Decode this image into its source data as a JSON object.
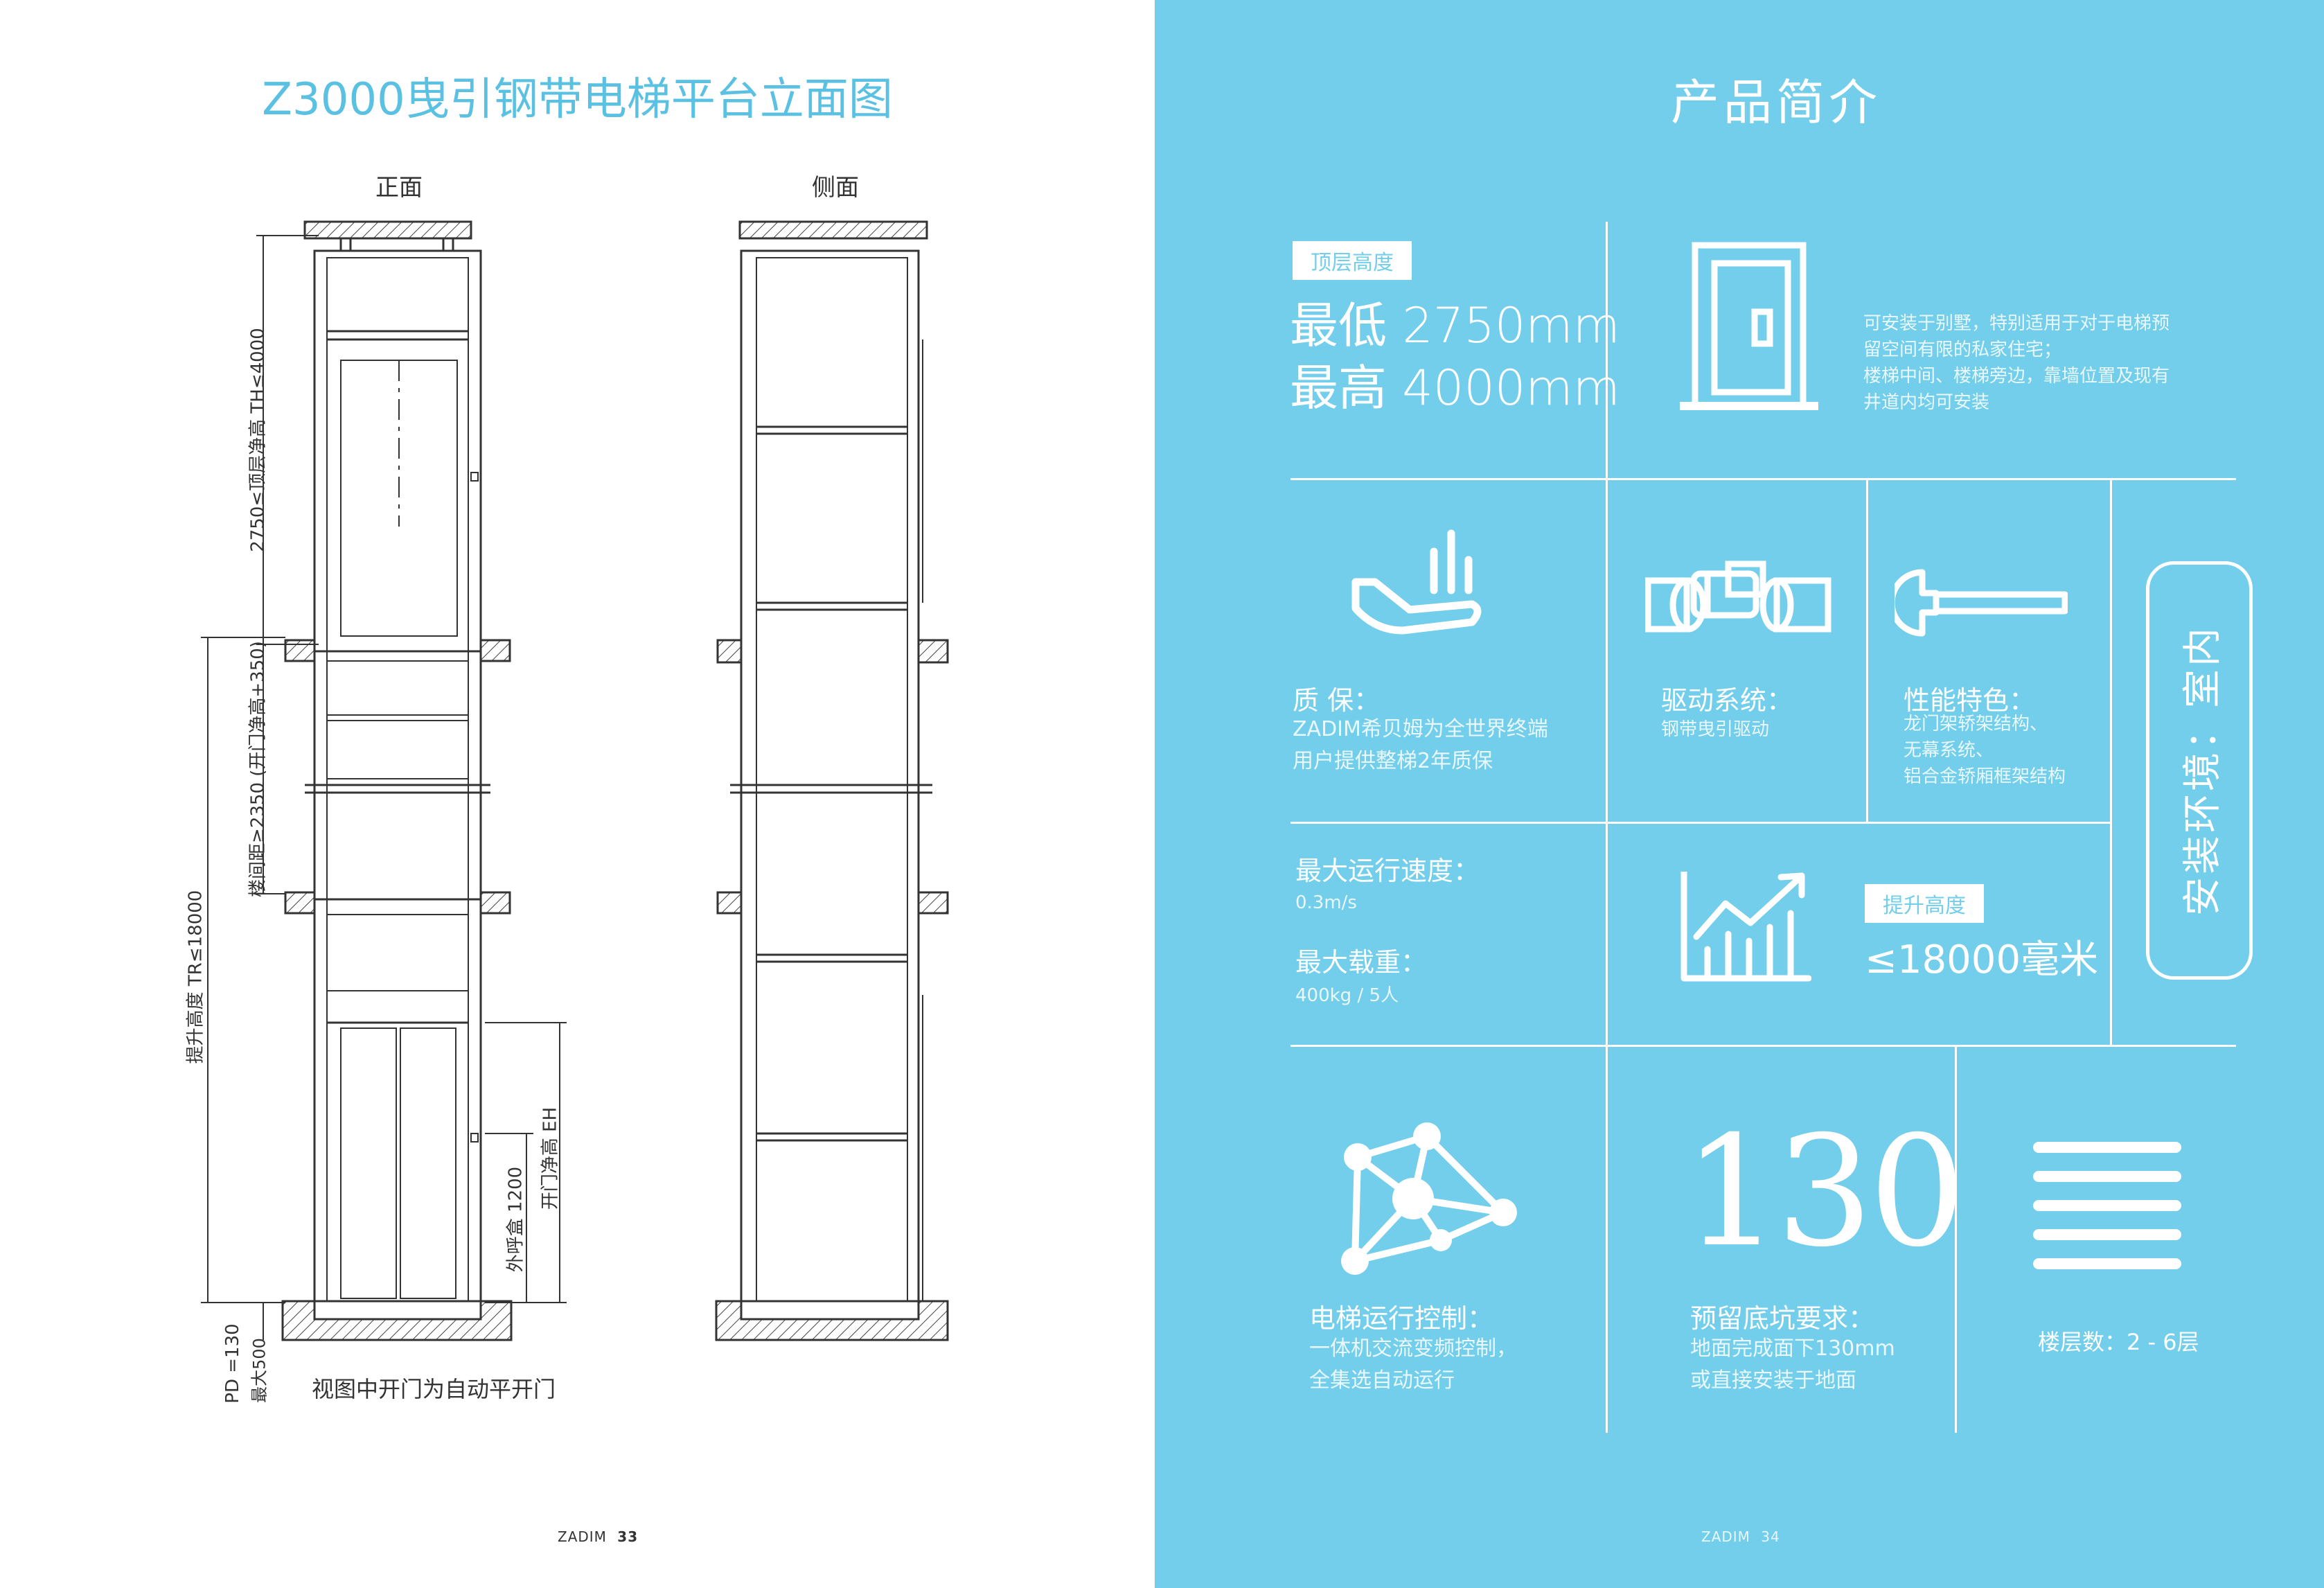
{
  "left_page": {
    "title": "Z3000曳引钢带电梯平台立面图",
    "front_label": "正面",
    "side_label": "侧面",
    "dim_th": "2750≤顶层净高 TH≤4000",
    "dim_floor": "楼间距≥2350 (开门净高+350)",
    "dim_tr": "提升高度 TR≤18000",
    "dim_eh": "开门净高 EH",
    "dim_1200": "外呼盒 1200",
    "dim_pd": "PD =130",
    "dim_pd2": "最大500",
    "note": "视图中开门为自动平开门",
    "footer_brand": "ZADIM",
    "footer_page": "33"
  },
  "right_page": {
    "title": "产品简介",
    "top_height": {
      "tag": "顶层高度",
      "line1": "最低 2750mm",
      "line2": "最高 4000mm",
      "desc": [
        "可安装于别墅，特别适用于对于电梯预",
        "留空间有限的私家住宅；",
        "楼梯中间、楼梯旁边，靠墙位置及现有",
        "井道内均可安装"
      ]
    },
    "warranty": {
      "label": "质 保：",
      "desc": [
        "ZADIM希贝姆为全世界终端",
        "用户提供整梯2年质保"
      ]
    },
    "drive": {
      "label": "驱动系统：",
      "desc": "钢带曳引驱动"
    },
    "features": {
      "label": "性能特色：",
      "desc": [
        "龙门架轿架结构、",
        "无幕系统、",
        "铝合金轿厢框架结构"
      ]
    },
    "environment": "安装环境：室内",
    "speed": {
      "label": "最大运行速度：",
      "value": "0.3m/s"
    },
    "load": {
      "label": "最大载重：",
      "value": "400kg / 5人"
    },
    "lift_height": {
      "tag": "提升高度",
      "value": "≤18000毫米"
    },
    "control": {
      "label": "电梯运行控制：",
      "desc": [
        "一体机交流变频控制，",
        "全集选自动运行"
      ]
    },
    "pit": {
      "number": "130",
      "label": "预留底坑要求：",
      "desc": [
        "地面完成面下130mm",
        "或直接安装于地面"
      ]
    },
    "floors": {
      "label": "楼层数：2 - 6层"
    },
    "footer_brand": "ZADIM",
    "footer_page": "34",
    "colors": {
      "bg": "#72CEEA",
      "title_blue": "#5BC1E3",
      "white": "#ffffff"
    },
    "icons": [
      "door-icon",
      "hand-icon",
      "motor-icon",
      "wrench-icon",
      "chart-icon",
      "network-icon",
      "layers-icon"
    ]
  }
}
